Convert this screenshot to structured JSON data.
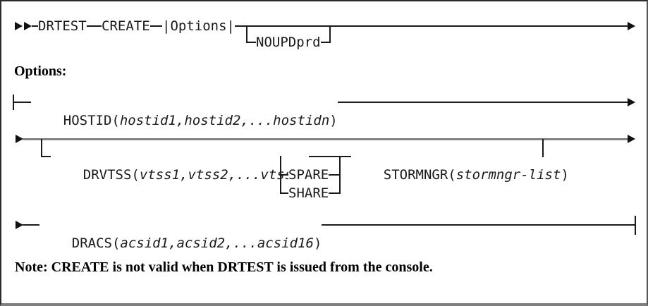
{
  "colors": {
    "rail_black": "#1a1a1a",
    "rail_gray": "#828282",
    "text": "#1a1a1a",
    "background": "#ffffff"
  },
  "diagram": {
    "main_line": {
      "command": "DRTEST",
      "subcommand": "CREATE",
      "fragment_reference": "|Options|",
      "optional_keyword": "NOUPDprd"
    },
    "options_heading": "Options:",
    "hostid": {
      "keyword": "HOSTID(",
      "args": "hostid1,hostid2,...hostidn",
      "close": ")"
    },
    "drvtss": {
      "keyword": "DRVTSS(",
      "args": "vtss1,vtss2,...vtssn",
      "close": ")"
    },
    "choice": {
      "spare": "SPARE",
      "share": "SHARE"
    },
    "stormngr": {
      "keyword": "STORMNGR(",
      "args": "stormngr-list",
      "close": ")"
    },
    "dracs": {
      "keyword": "DRACS(",
      "args": "acsid1,acsid2,...acsid16",
      "close": ")"
    },
    "note": "Note: CREATE is not valid when DRTEST is issued from the console."
  }
}
